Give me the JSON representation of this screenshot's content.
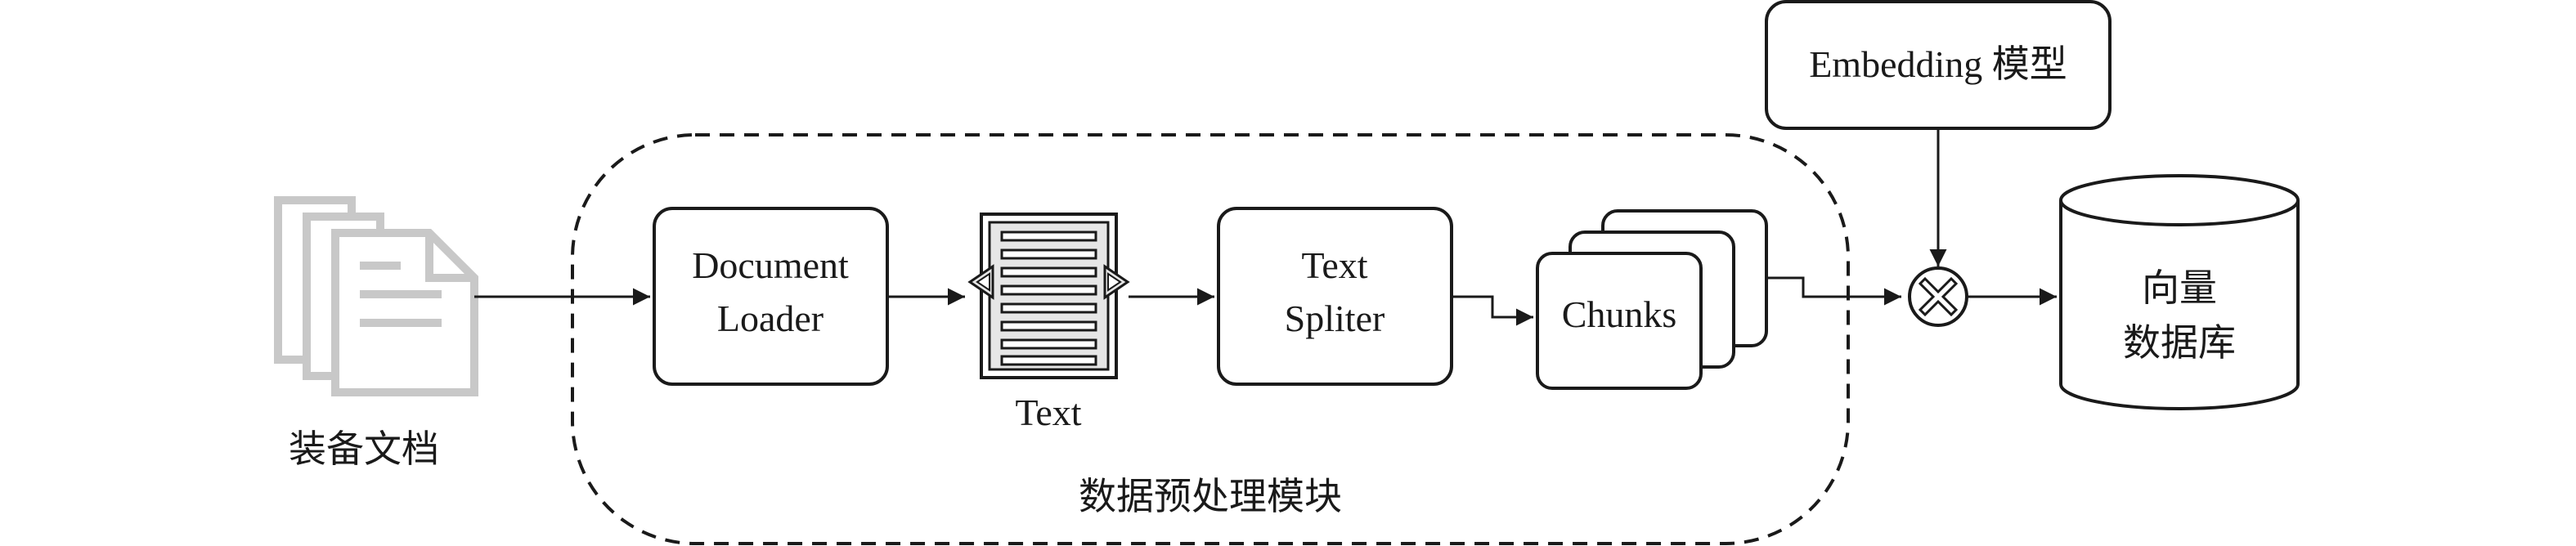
{
  "nodes": {
    "source_docs": {
      "label": "装备文档"
    },
    "document_loader": {
      "line1": "Document",
      "line2": "Loader"
    },
    "text": {
      "label": "Text"
    },
    "text_splitter": {
      "line1": "Text",
      "line2": "Spliter"
    },
    "chunks": {
      "label": "Chunks"
    },
    "embedding_model": {
      "label": "Embedding 模型"
    },
    "vector_db": {
      "line1": "向量",
      "line2": "数据库"
    }
  },
  "group": {
    "label": "数据预处理模块"
  },
  "colors": {
    "stroke": "#1a1a1a",
    "doc_icon": "#c8c8c8",
    "fill": "#ffffff"
  },
  "icons": {
    "documents": "stacked-documents-icon",
    "text": "text-document-icon",
    "combine": "circled-x-icon",
    "database": "cylinder-database-icon"
  }
}
